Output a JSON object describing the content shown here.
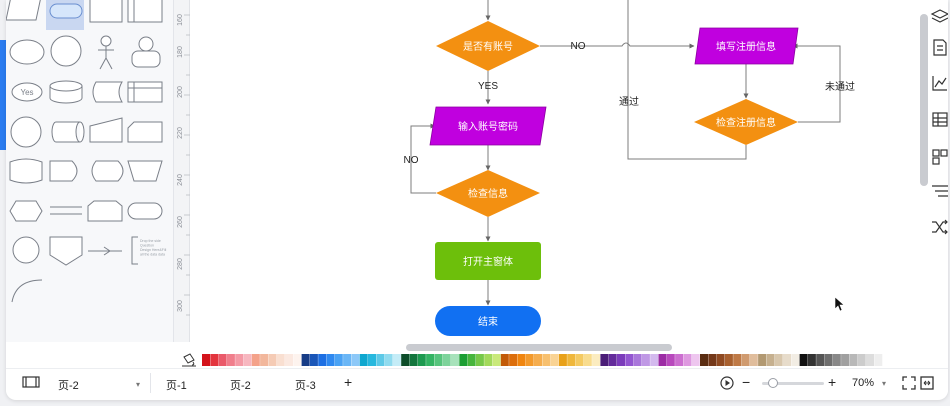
{
  "flowchart": {
    "nodes": {
      "has_account": "是否有账号",
      "fill_register": "填写注册信息",
      "enter_password": "输入账号密码",
      "check_register": "检查注册信息",
      "check_info": "检查信息",
      "open_main": "打开主窗体",
      "end": "结束"
    },
    "edge_labels": {
      "no_right": "NO",
      "yes_down": "YES",
      "passed": "通过",
      "not_passed": "未通过",
      "no_loop": "NO"
    }
  },
  "shape_panel": {
    "yes_shape_label": "Yes",
    "note_shape_text": "Drop the side Question Design Here&Fill all the data data"
  },
  "ruler": {
    "ticks": [
      "160",
      "180",
      "200",
      "220",
      "240",
      "260",
      "280",
      "300"
    ]
  },
  "pages": {
    "current_selector": "页-2",
    "tabs": [
      "页-1",
      "页-2",
      "页-3"
    ],
    "add_label": "+"
  },
  "zoom": {
    "value": "70%",
    "slider_fraction": 0.18
  },
  "colors": {
    "orange": "#f39011",
    "purple": "#c000df",
    "green": "#6dbf0b",
    "blue": "#1170f2"
  },
  "icons": [
    "layers-icon",
    "page-icon",
    "chart-icon",
    "table-icon",
    "component-icon",
    "format-icon",
    "shuffle-icon",
    "fill-bucket-icon",
    "page-panel-icon",
    "play-icon",
    "fit-screen-icon",
    "fullscreen-icon"
  ]
}
